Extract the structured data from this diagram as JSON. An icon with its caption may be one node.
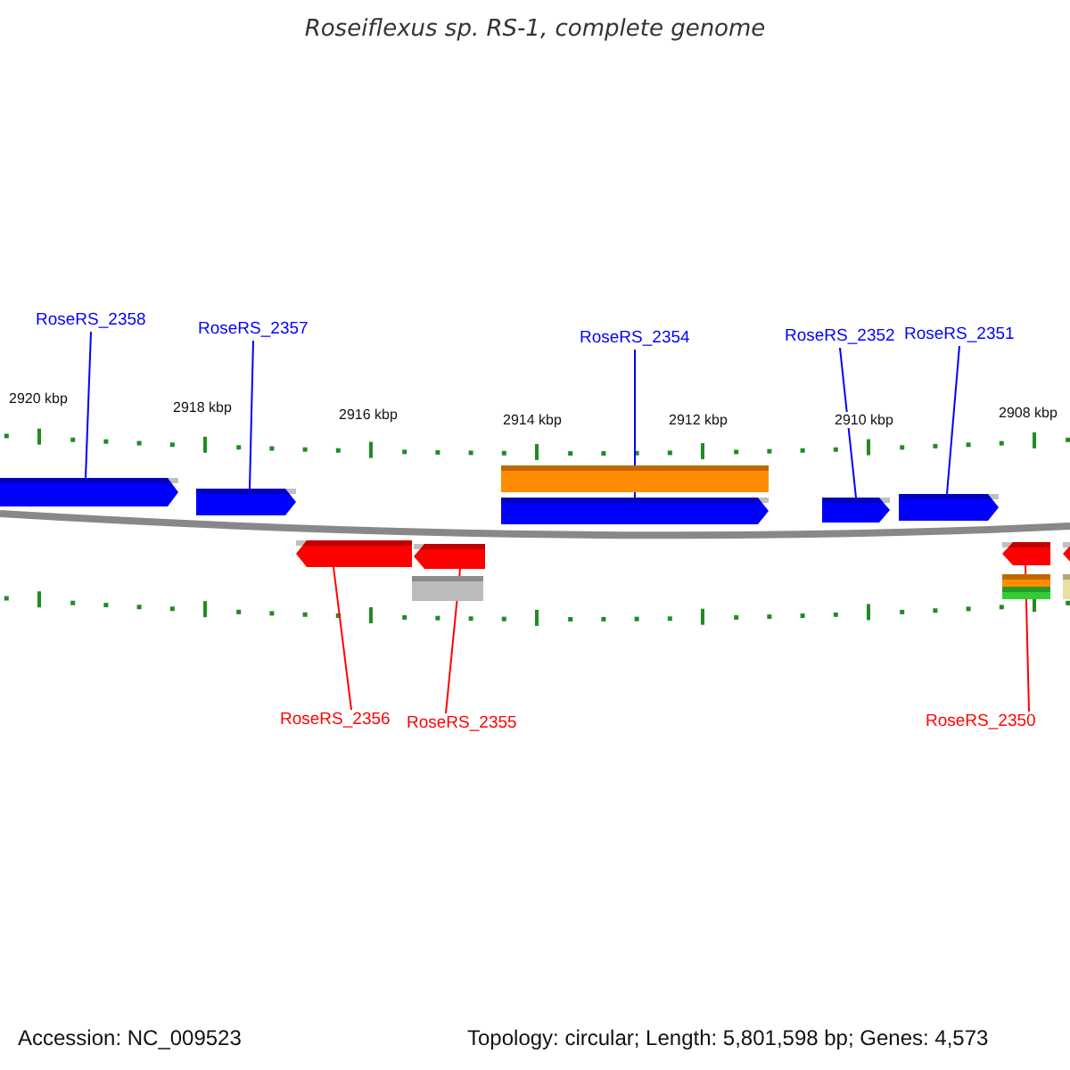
{
  "diagram": {
    "title": "Roseiflexus sp. RS-1, complete genome",
    "nodes": [
      {
        "text": [
          "RoseRS_2358"
        ]
      },
      {
        "text": [
          "RoseRS_2357"
        ]
      },
      {
        "text": [
          "RoseRS_2354"
        ]
      },
      {
        "text": [
          "RoseRS_2352"
        ]
      },
      {
        "text": [
          "RoseRS_2351"
        ]
      },
      {
        "text": [
          "RoseRS_2356"
        ]
      },
      {
        "text": [
          "RoseRS_2355"
        ]
      },
      {
        "text": [
          "RoseRS_2350"
        ]
      },
      {
        "text": [],
        "shape": "arrow"
      },
      {
        "text": [],
        "shape": "arrow"
      },
      {
        "text": [],
        "shape": "arrow"
      },
      {
        "text": [],
        "shape": "arrow"
      },
      {
        "text": [],
        "shape": "arrow"
      },
      {
        "text": [],
        "shape": "arrow"
      },
      {
        "text": [],
        "shape": "arrow"
      },
      {
        "text": [],
        "shape": "arrow"
      },
      {
        "text": [],
        "shape": "bar"
      },
      {
        "text": [],
        "shape": "bar"
      },
      {
        "text": [],
        "shape": "bar"
      },
      {
        "text": [],
        "shape": "bar"
      },
      {
        "text": [],
        "shape": "arrow"
      },
      {
        "text": [],
        "shape": "bar"
      }
    ],
    "edges": [
      {
        "from": 0,
        "to": 8,
        "arrow": "none"
      },
      {
        "from": 1,
        "to": 9,
        "arrow": "none"
      },
      {
        "from": 2,
        "to": 10,
        "arrow": "none"
      },
      {
        "from": 3,
        "to": 11,
        "arrow": "none"
      },
      {
        "from": 4,
        "to": 12,
        "arrow": "none"
      },
      {
        "from": 5,
        "to": 13,
        "arrow": "none",
        "color": "#ff0000"
      },
      {
        "from": 6,
        "to": 14,
        "arrow": "none",
        "color": "#ff0000"
      },
      {
        "from": 7,
        "to": 15,
        "arrow": "none",
        "color": "#ff0000"
      }
    ],
    "labels": [
      "2920 kbp",
      "2918 kbp",
      "2916 kbp",
      "2914 kbp",
      "2912 kbp",
      "2910 kbp",
      "2908 kbp",
      "Accession: NC_009523",
      "Topology: circular; Length: 5,801,598 bp; Genes: 4,573"
    ]
  }
}
